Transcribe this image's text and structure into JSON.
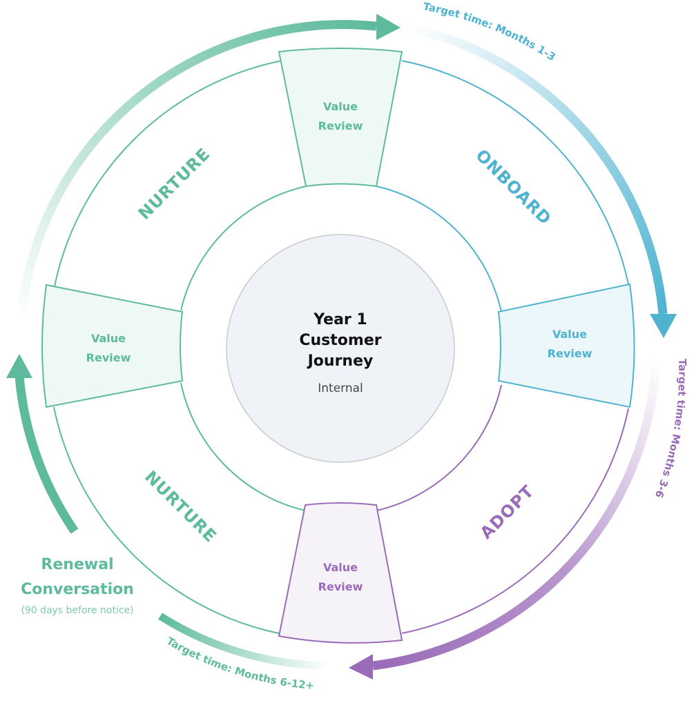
{
  "title": {
    "line1": "Year 1",
    "line2": "Customer",
    "line3": "Journey",
    "subtitle": "Internal"
  },
  "colors": {
    "green": "#5dba9d",
    "blue": "#4fb3d0",
    "purple": "#9a6bb8",
    "green_fill": "#eef8f5",
    "blue_fill": "#ebf7fb",
    "purple_fill": "#f5f2f8",
    "center_fill": "#eff2f7",
    "center_stroke": "#c9c9cf",
    "title_text": "#111111",
    "subtitle_text": "#444444",
    "note_text": "#7dc9b1"
  },
  "phases": [
    {
      "id": "onboard",
      "label": "ONBOARD",
      "color": "blue"
    },
    {
      "id": "adopt",
      "label": "ADOPT",
      "color": "purple"
    },
    {
      "id": "nurture-bottom",
      "label": "NURTURE",
      "color": "green"
    },
    {
      "id": "nurture-top",
      "label": "NURTURE",
      "color": "green"
    }
  ],
  "value_reviews": [
    {
      "position": "top",
      "line1": "Value",
      "line2": "Review",
      "color": "green"
    },
    {
      "position": "right",
      "line1": "Value",
      "line2": "Review",
      "color": "blue"
    },
    {
      "position": "bottom",
      "line1": "Value",
      "line2": "Review",
      "color": "purple"
    },
    {
      "position": "left",
      "line1": "Value",
      "line2": "Review",
      "color": "green"
    }
  ],
  "target_times": {
    "onboard": "Target time: Months 1-3",
    "adopt": "Target time: Months 3-6",
    "nurture": "Target time: Months 6-12+"
  },
  "renewal": {
    "line1": "Renewal",
    "line2": "Conversation",
    "note": "(90 days before notice)"
  }
}
